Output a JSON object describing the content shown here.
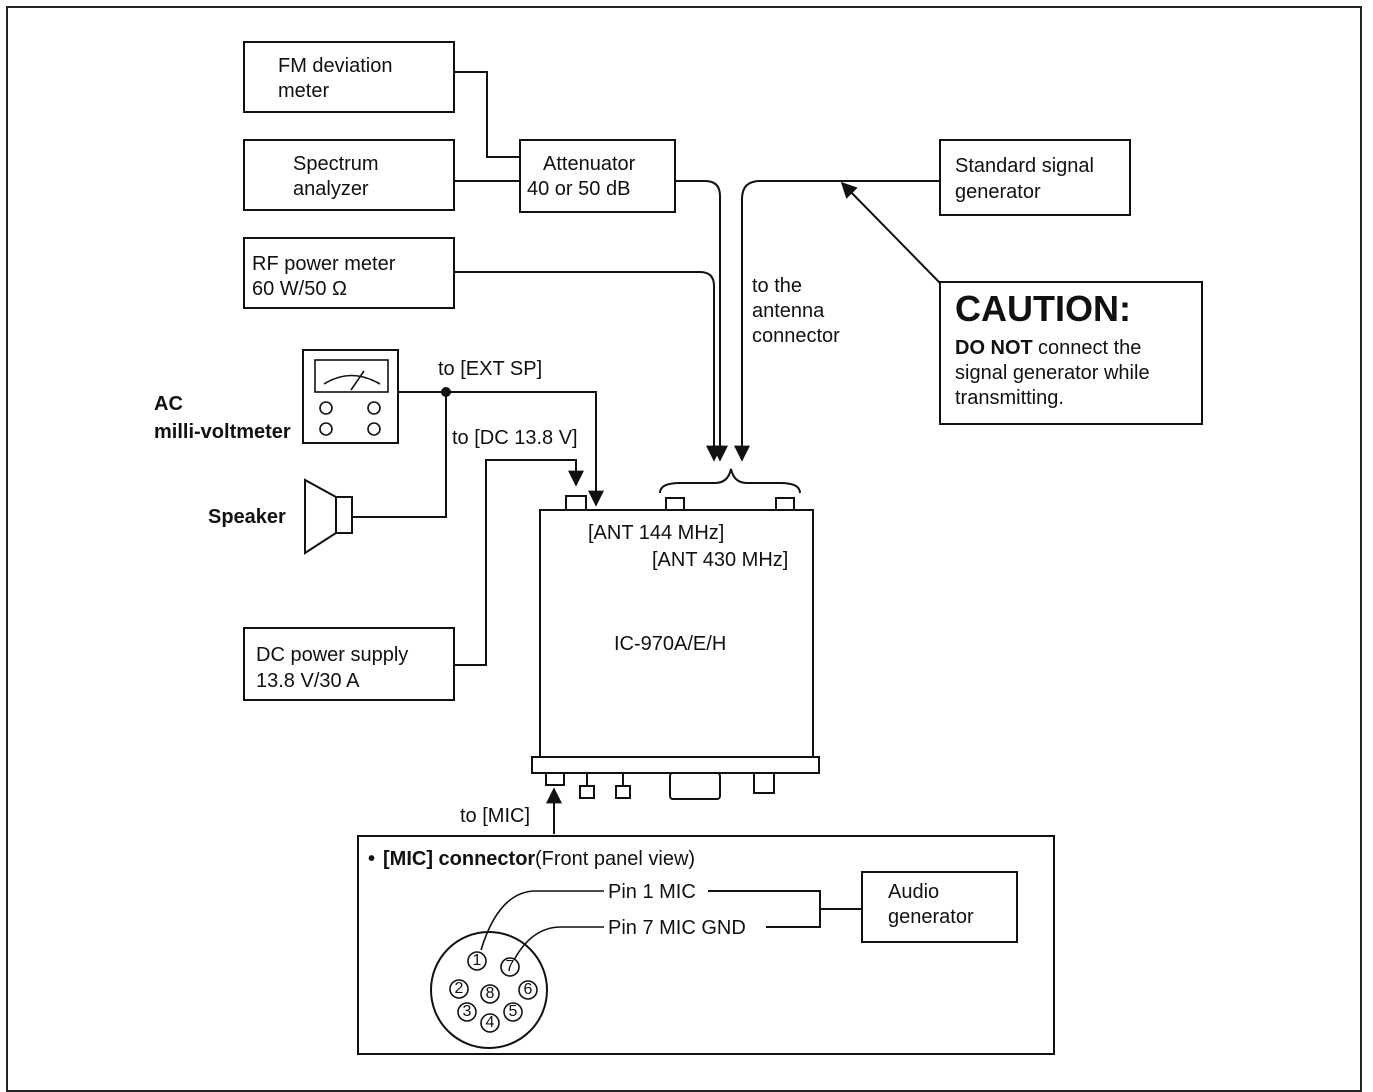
{
  "boxes": {
    "fm_deviation_meter": [
      "FM deviation",
      "meter"
    ],
    "spectrum_analyzer": [
      "Spectrum",
      "analyzer"
    ],
    "attenuator": [
      "Attenuator",
      "40 or 50 dB"
    ],
    "rf_power_meter": [
      "RF power meter",
      "60 W/50 Ω"
    ],
    "standard_signal_generator": [
      "Standard signal",
      "generator"
    ],
    "dc_power_supply": [
      "DC power supply",
      "13.8 V/30 A"
    ],
    "audio_generator": [
      "Audio",
      "generator"
    ]
  },
  "caution": {
    "title": "CAUTION:",
    "do_not": "DO NOT",
    "line1_rest": " connect the",
    "line2": "signal generator while",
    "line3": "transmitting."
  },
  "labels": {
    "to_antenna": [
      "to the",
      "antenna",
      "connector"
    ],
    "ac_milli_voltmeter": [
      "AC",
      "milli-voltmeter"
    ],
    "speaker": "Speaker",
    "to_ext_sp": "to [EXT SP]",
    "to_dc": "to [DC 13.8 V]",
    "ant_144": "[ANT 144 MHz]",
    "ant_430": "[ANT 430 MHz]",
    "radio_model": "IC-970A/E/H",
    "to_mic": "to [MIC]"
  },
  "mic_connector": {
    "bullet": "•",
    "title_bold": "[MIC] connector",
    "title_rest": " (Front panel view)",
    "pin1": "Pin 1 MIC",
    "pin7": "Pin 7 MIC GND",
    "pins": [
      "1",
      "2",
      "3",
      "4",
      "5",
      "6",
      "7",
      "8"
    ]
  }
}
